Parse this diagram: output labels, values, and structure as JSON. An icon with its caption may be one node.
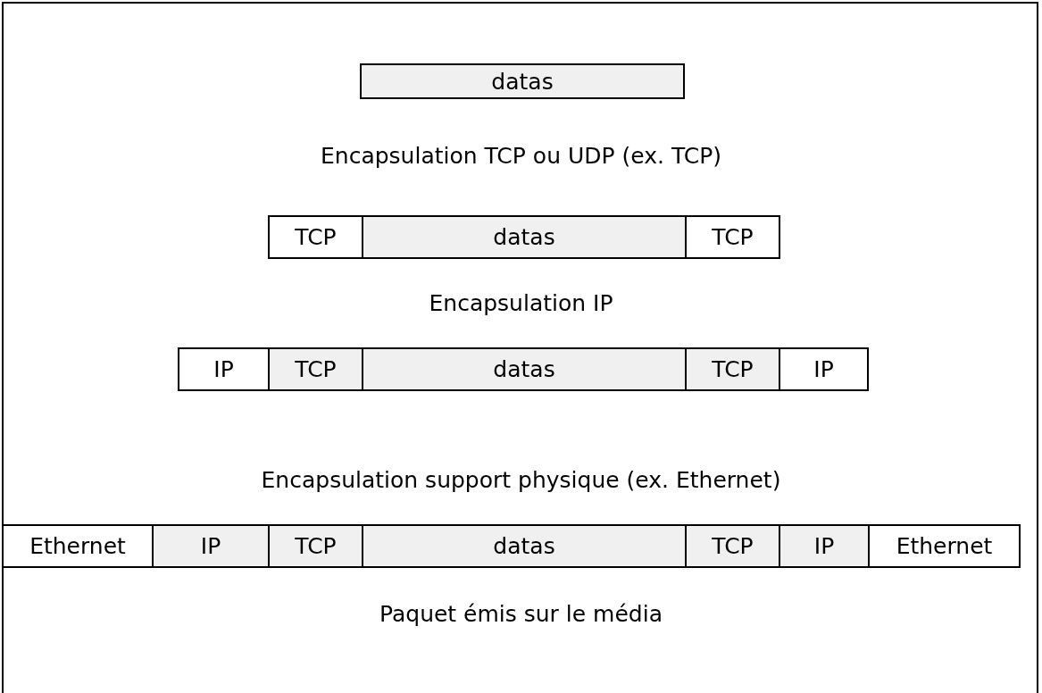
{
  "diagram": {
    "nodes": [
      {
        "text": [
          "datas"
        ]
      },
      {
        "text": [
          "TCP"
        ]
      },
      {
        "text": [
          "datas"
        ]
      },
      {
        "text": [
          "TCP"
        ]
      },
      {
        "text": [
          "IP"
        ]
      },
      {
        "text": [
          "TCP"
        ]
      },
      {
        "text": [
          "datas"
        ]
      },
      {
        "text": [
          "TCP"
        ]
      },
      {
        "text": [
          "IP"
        ]
      },
      {
        "text": [
          "Ethernet"
        ]
      },
      {
        "text": [
          "IP"
        ]
      },
      {
        "text": [
          "TCP"
        ]
      },
      {
        "text": [
          "datas"
        ]
      },
      {
        "text": [
          "TCP"
        ]
      },
      {
        "text": [
          "IP"
        ]
      },
      {
        "text": [
          "Ethernet"
        ]
      }
    ],
    "labels": [
      "Encapsulation TCP ou UDP (ex. TCP)",
      "Encapsulation IP",
      "Encapsulation support physique (ex. Ethernet)",
      "Paquet émis sur le média"
    ]
  }
}
